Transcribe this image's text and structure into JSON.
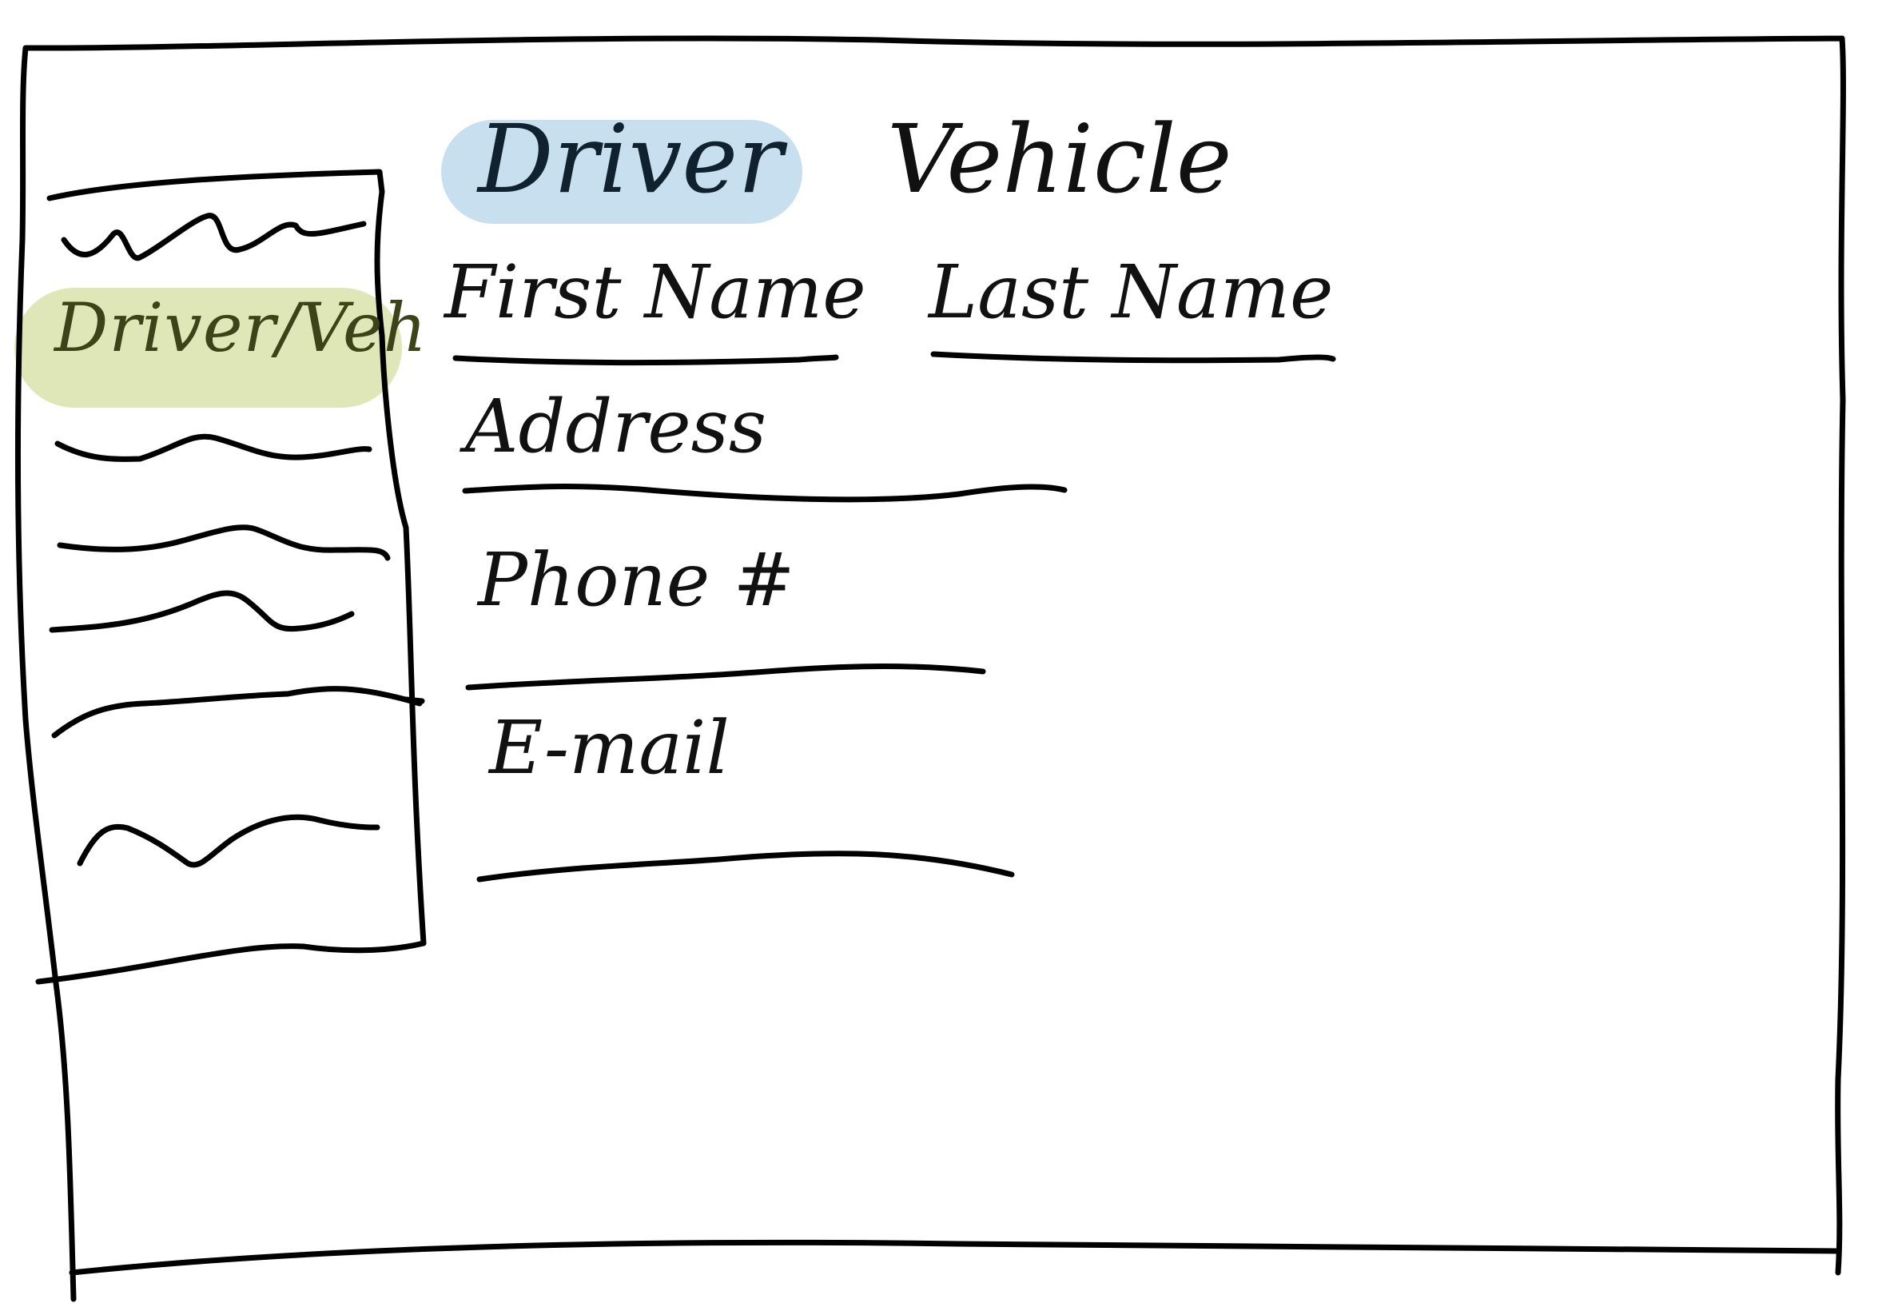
{
  "tabs": {
    "driver": "Driver",
    "vehicle": "Vehicle"
  },
  "nav": {
    "active_item": "Driver/Veh"
  },
  "form": {
    "first_name_label": "First Name",
    "last_name_label": "Last Name",
    "address_label": "Address",
    "phone_label": "Phone #",
    "email_label": "E-mail"
  },
  "colors": {
    "tab_highlight": "#c7dfee",
    "nav_highlight": "#dfe6b8",
    "ink": "#000000"
  }
}
